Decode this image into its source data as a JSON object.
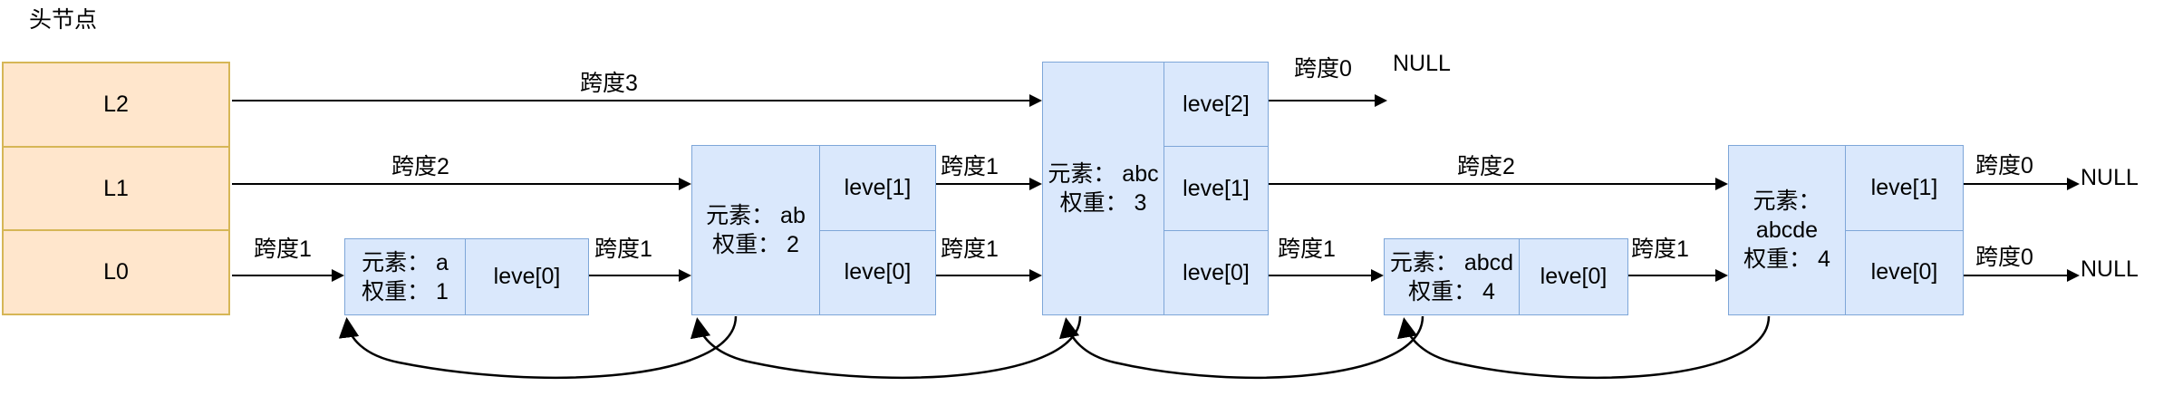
{
  "title": "头节点",
  "colors": {
    "head_fill": "#ffe6cc",
    "head_stroke": "#d6b656",
    "node_fill": "#dae8fc",
    "node_stroke": "#7ea6d8",
    "line": "#000000"
  },
  "head_node": {
    "label": "头节点",
    "levels": [
      {
        "name": "L2"
      },
      {
        "name": "L1"
      },
      {
        "name": "L0"
      }
    ]
  },
  "nodes": [
    {
      "id": "a",
      "element_line": "元素： a",
      "weight_line": "权重： 1",
      "levels": [
        "leve[0]"
      ]
    },
    {
      "id": "ab",
      "element_line": "元素： ab",
      "weight_line": "权重： 2",
      "levels": [
        "leve[1]",
        "leve[0]"
      ]
    },
    {
      "id": "abc",
      "element_line": "元素： abc",
      "weight_line": "权重： 3",
      "levels": [
        "leve[2]",
        "leve[1]",
        "leve[0]"
      ]
    },
    {
      "id": "abcd",
      "element_line": "元素： abcd",
      "weight_line": "权重： 4",
      "levels": [
        "leve[0]"
      ]
    },
    {
      "id": "abcde",
      "element_line": "元素：\nabcde",
      "weight_line": "权重： 4",
      "levels": [
        "leve[1]",
        "leve[0]"
      ]
    }
  ],
  "edges": [
    {
      "id": "head-l2-to-abc",
      "label": "跨度3"
    },
    {
      "id": "head-l1-to-ab",
      "label": "跨度2"
    },
    {
      "id": "head-l0-to-a",
      "label": "跨度1"
    },
    {
      "id": "a-l0-to-ab",
      "label": "跨度1"
    },
    {
      "id": "ab-l1-to-abc",
      "label": "跨度1"
    },
    {
      "id": "ab-l0-to-abc",
      "label": "跨度1"
    },
    {
      "id": "abc-l2-to-null",
      "label": "跨度0"
    },
    {
      "id": "abc-l1-to-abcde",
      "label": "跨度2"
    },
    {
      "id": "abc-l0-to-abcd",
      "label": "跨度1"
    },
    {
      "id": "abcd-l0-to-abcde",
      "label": "跨度1"
    },
    {
      "id": "abcde-l1-to-null",
      "label": "跨度0"
    },
    {
      "id": "abcde-l0-to-null",
      "label": "跨度0"
    }
  ],
  "null_terminators": [
    {
      "id": "null-top",
      "label": "NULL"
    },
    {
      "id": "null-mid",
      "label": "NULL"
    },
    {
      "id": "null-bottom",
      "label": "NULL"
    }
  ]
}
